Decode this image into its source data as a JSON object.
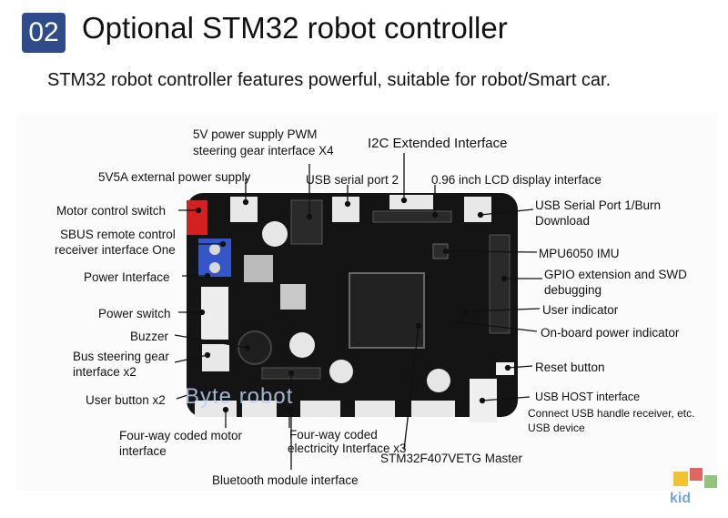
{
  "header": {
    "badge": "02",
    "title": "Optional STM32 robot controller",
    "subtitle": "STM32 robot controller features powerful, suitable for robot/Smart car."
  },
  "labels": {
    "pwm_1": "5V power supply PWM",
    "pwm_2": "steering gear interface X4",
    "i2c": "I2C Extended Interface",
    "ext_power": "5V5A external power supply",
    "usb_serial_2": "USB serial port 2",
    "lcd": "0.96 inch LCD display interface",
    "motor_switch": "Motor control switch",
    "usb_serial_1_a": "USB Serial Port 1/Burn",
    "usb_serial_1_b": "Download",
    "sbus_1": "SBUS remote control",
    "sbus_2": "receiver interface One",
    "mpu": "MPU6050 IMU",
    "power_interface": "Power Interface",
    "gpio_1": "GPIO extension and SWD",
    "gpio_2": "debugging",
    "user_indicator": "User indicator",
    "power_switch": "Power switch",
    "onboard_power": "On-board power indicator",
    "buzzer": "Buzzer",
    "bus_gear_1": "Bus steering gear",
    "bus_gear_2": "interface x2",
    "reset": "Reset button",
    "user_button": "User button x2",
    "usb_host": "USB HOST interface",
    "usb_host_2": "Connect USB handle receiver, etc.",
    "usb_host_3": "USB device",
    "motor_iface_1": "Four-way coded motor",
    "motor_iface_2": "interface",
    "elec_iface_1": "Four-way coded",
    "elec_iface_2": "electricity Interface x3",
    "master": "STM32F407VETG Master",
    "bluetooth": "Bluetooth module interface"
  },
  "watermark": "Byte robot",
  "logo_text": "kid",
  "colors": {
    "badge": "#2f4b8a",
    "board": "#141414",
    "leader": "#111111",
    "connector": "#e8e8e8"
  }
}
